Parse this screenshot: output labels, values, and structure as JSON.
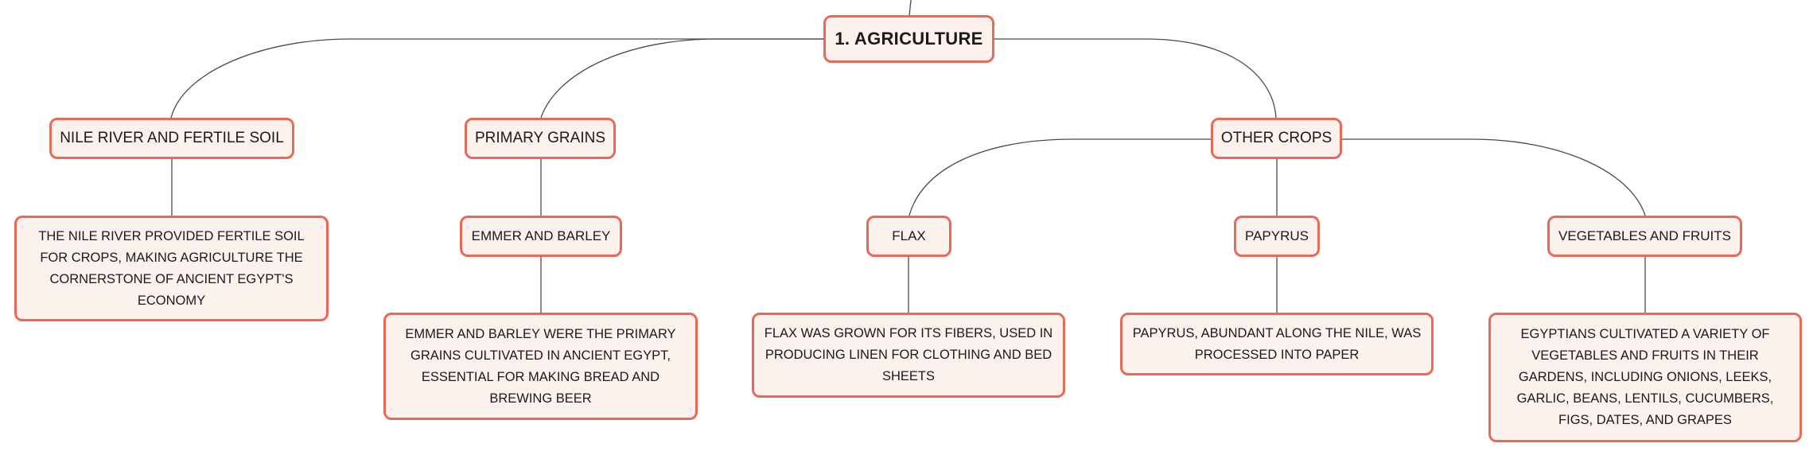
{
  "root": {
    "label": "1. AGRICULTURE"
  },
  "branches": {
    "nile": {
      "label": "NILE RIVER AND FERTILE SOIL",
      "description": "THE NILE RIVER PROVIDED FERTILE SOIL FOR CROPS, MAKING AGRICULTURE THE CORNERSTONE OF ANCIENT EGYPT'S ECONOMY"
    },
    "grains": {
      "label": "PRIMARY GRAINS",
      "child": {
        "label": "EMMER AND BARLEY",
        "description": "EMMER AND BARLEY WERE THE PRIMARY GRAINS CULTIVATED IN ANCIENT EGYPT, ESSENTIAL FOR MAKING BREAD AND BREWING BEER"
      }
    },
    "other": {
      "label": "OTHER CROPS",
      "children": {
        "flax": {
          "label": "FLAX",
          "description": "FLAX WAS GROWN FOR ITS FIBERS, USED IN PRODUCING LINEN FOR CLOTHING AND BED SHEETS"
        },
        "papyrus": {
          "label": "PAPYRUS",
          "description": "PAPYRUS, ABUNDANT ALONG THE NILE, WAS PROCESSED INTO PAPER"
        },
        "vegetables": {
          "label": "VEGETABLES AND FRUITS",
          "description": "EGYPTIANS CULTIVATED A VARIETY OF VEGETABLES AND FRUITS IN THEIR GARDENS, INCLUDING ONIONS, LEEKS, GARLIC, BEANS, LENTILS, CUCUMBERS, FIGS, DATES, AND GRAPES"
        }
      }
    }
  },
  "colors": {
    "node_border": "#e86a56",
    "node_fill": "#fdf1ee",
    "connector": "#4a4a4a",
    "text": "#1a1a1a"
  }
}
